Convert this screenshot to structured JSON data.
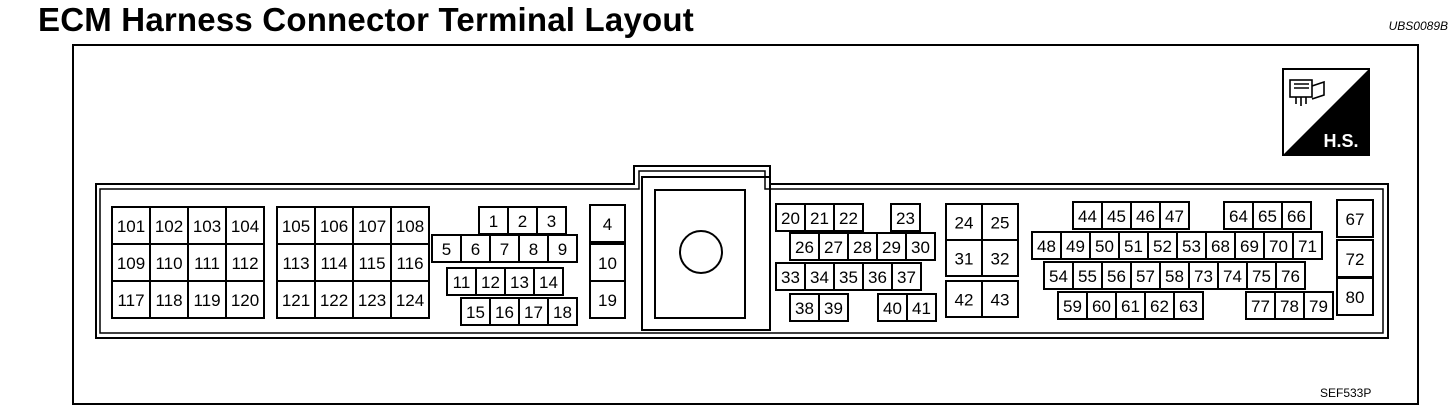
{
  "title": "ECM Harness Connector Terminal Layout",
  "code_top": "UBS0089B",
  "code_bottom": "SEF533P",
  "hs_badge": {
    "label": "H.S.",
    "icon": "harness-connector-icon"
  },
  "groups": [
    {
      "id": "a",
      "rows": [
        [
          "101",
          "102",
          "103",
          "104"
        ],
        [
          "109",
          "110",
          "111",
          "112"
        ],
        [
          "117",
          "118",
          "119",
          "120"
        ]
      ]
    },
    {
      "id": "b",
      "rows": [
        [
          "105",
          "106",
          "107",
          "108"
        ],
        [
          "113",
          "114",
          "115",
          "116"
        ],
        [
          "121",
          "122",
          "123",
          "124"
        ]
      ]
    },
    {
      "id": "c",
      "rows": [
        [
          "1",
          "2",
          "3"
        ],
        [
          "5",
          "6",
          "7",
          "8",
          "9"
        ],
        [
          "11",
          "12",
          "13",
          "14"
        ],
        [
          "15",
          "16",
          "17",
          "18"
        ]
      ]
    },
    {
      "id": "d",
      "rows": [
        [
          "4"
        ],
        [
          "10"
        ],
        [
          "19"
        ]
      ]
    },
    {
      "id": "e",
      "rows": [
        [
          "20",
          "21",
          "22",
          "23"
        ],
        [
          "26",
          "27",
          "28",
          "29",
          "30"
        ],
        [
          "33",
          "34",
          "35",
          "36",
          "37"
        ],
        [
          "38",
          "39",
          "40",
          "41"
        ]
      ]
    },
    {
      "id": "f",
      "rows": [
        [
          "24",
          "25"
        ],
        [
          "31",
          "32"
        ],
        [
          "42",
          "43"
        ]
      ]
    },
    {
      "id": "g",
      "rows": [
        [
          "44",
          "45",
          "46",
          "47",
          "64",
          "65",
          "66"
        ],
        [
          "48",
          "49",
          "50",
          "51",
          "52",
          "53",
          "68",
          "69",
          "70",
          "71"
        ],
        [
          "54",
          "55",
          "56",
          "57",
          "58",
          "73",
          "74",
          "75",
          "76"
        ],
        [
          "59",
          "60",
          "61",
          "62",
          "63",
          "77",
          "78",
          "79"
        ]
      ]
    },
    {
      "id": "h",
      "rows": [
        [
          "67"
        ],
        [
          "72"
        ],
        [
          "80"
        ]
      ]
    }
  ]
}
